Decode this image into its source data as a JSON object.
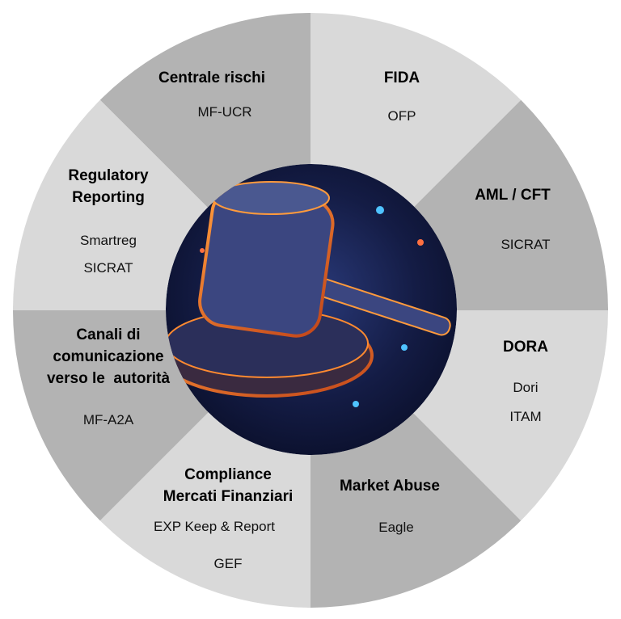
{
  "colors": {
    "dark": "#b3b3b3",
    "light": "#d9d9d9"
  },
  "segments": [
    {
      "title": [
        "Centrale rischi"
      ],
      "items": [
        "MF-UCR"
      ],
      "shade": "dark"
    },
    {
      "title": [
        "FIDA"
      ],
      "items": [
        "OFP"
      ],
      "shade": "light"
    },
    {
      "title": [
        "AML / CFT"
      ],
      "items": [
        "SICRAT"
      ],
      "shade": "dark"
    },
    {
      "title": [
        "DORA"
      ],
      "items": [
        "Dori",
        "ITAM"
      ],
      "shade": "light"
    },
    {
      "title": [
        "Market Abuse"
      ],
      "items": [
        "Eagle"
      ],
      "shade": "dark"
    },
    {
      "title": [
        "Compliance",
        "Mercati Finanziari"
      ],
      "items": [
        "EXP Keep & Report",
        "GEF"
      ],
      "shade": "light"
    },
    {
      "title": [
        "Canali di",
        "comunicazione",
        "verso le  autorità"
      ],
      "items": [
        "MF-A2A"
      ],
      "shade": "dark"
    },
    {
      "title": [
        "Regulatory",
        "Reporting"
      ],
      "items": [
        "Smartreg",
        "SICRAT"
      ],
      "shade": "light"
    }
  ],
  "center_image": "gavel-icon"
}
